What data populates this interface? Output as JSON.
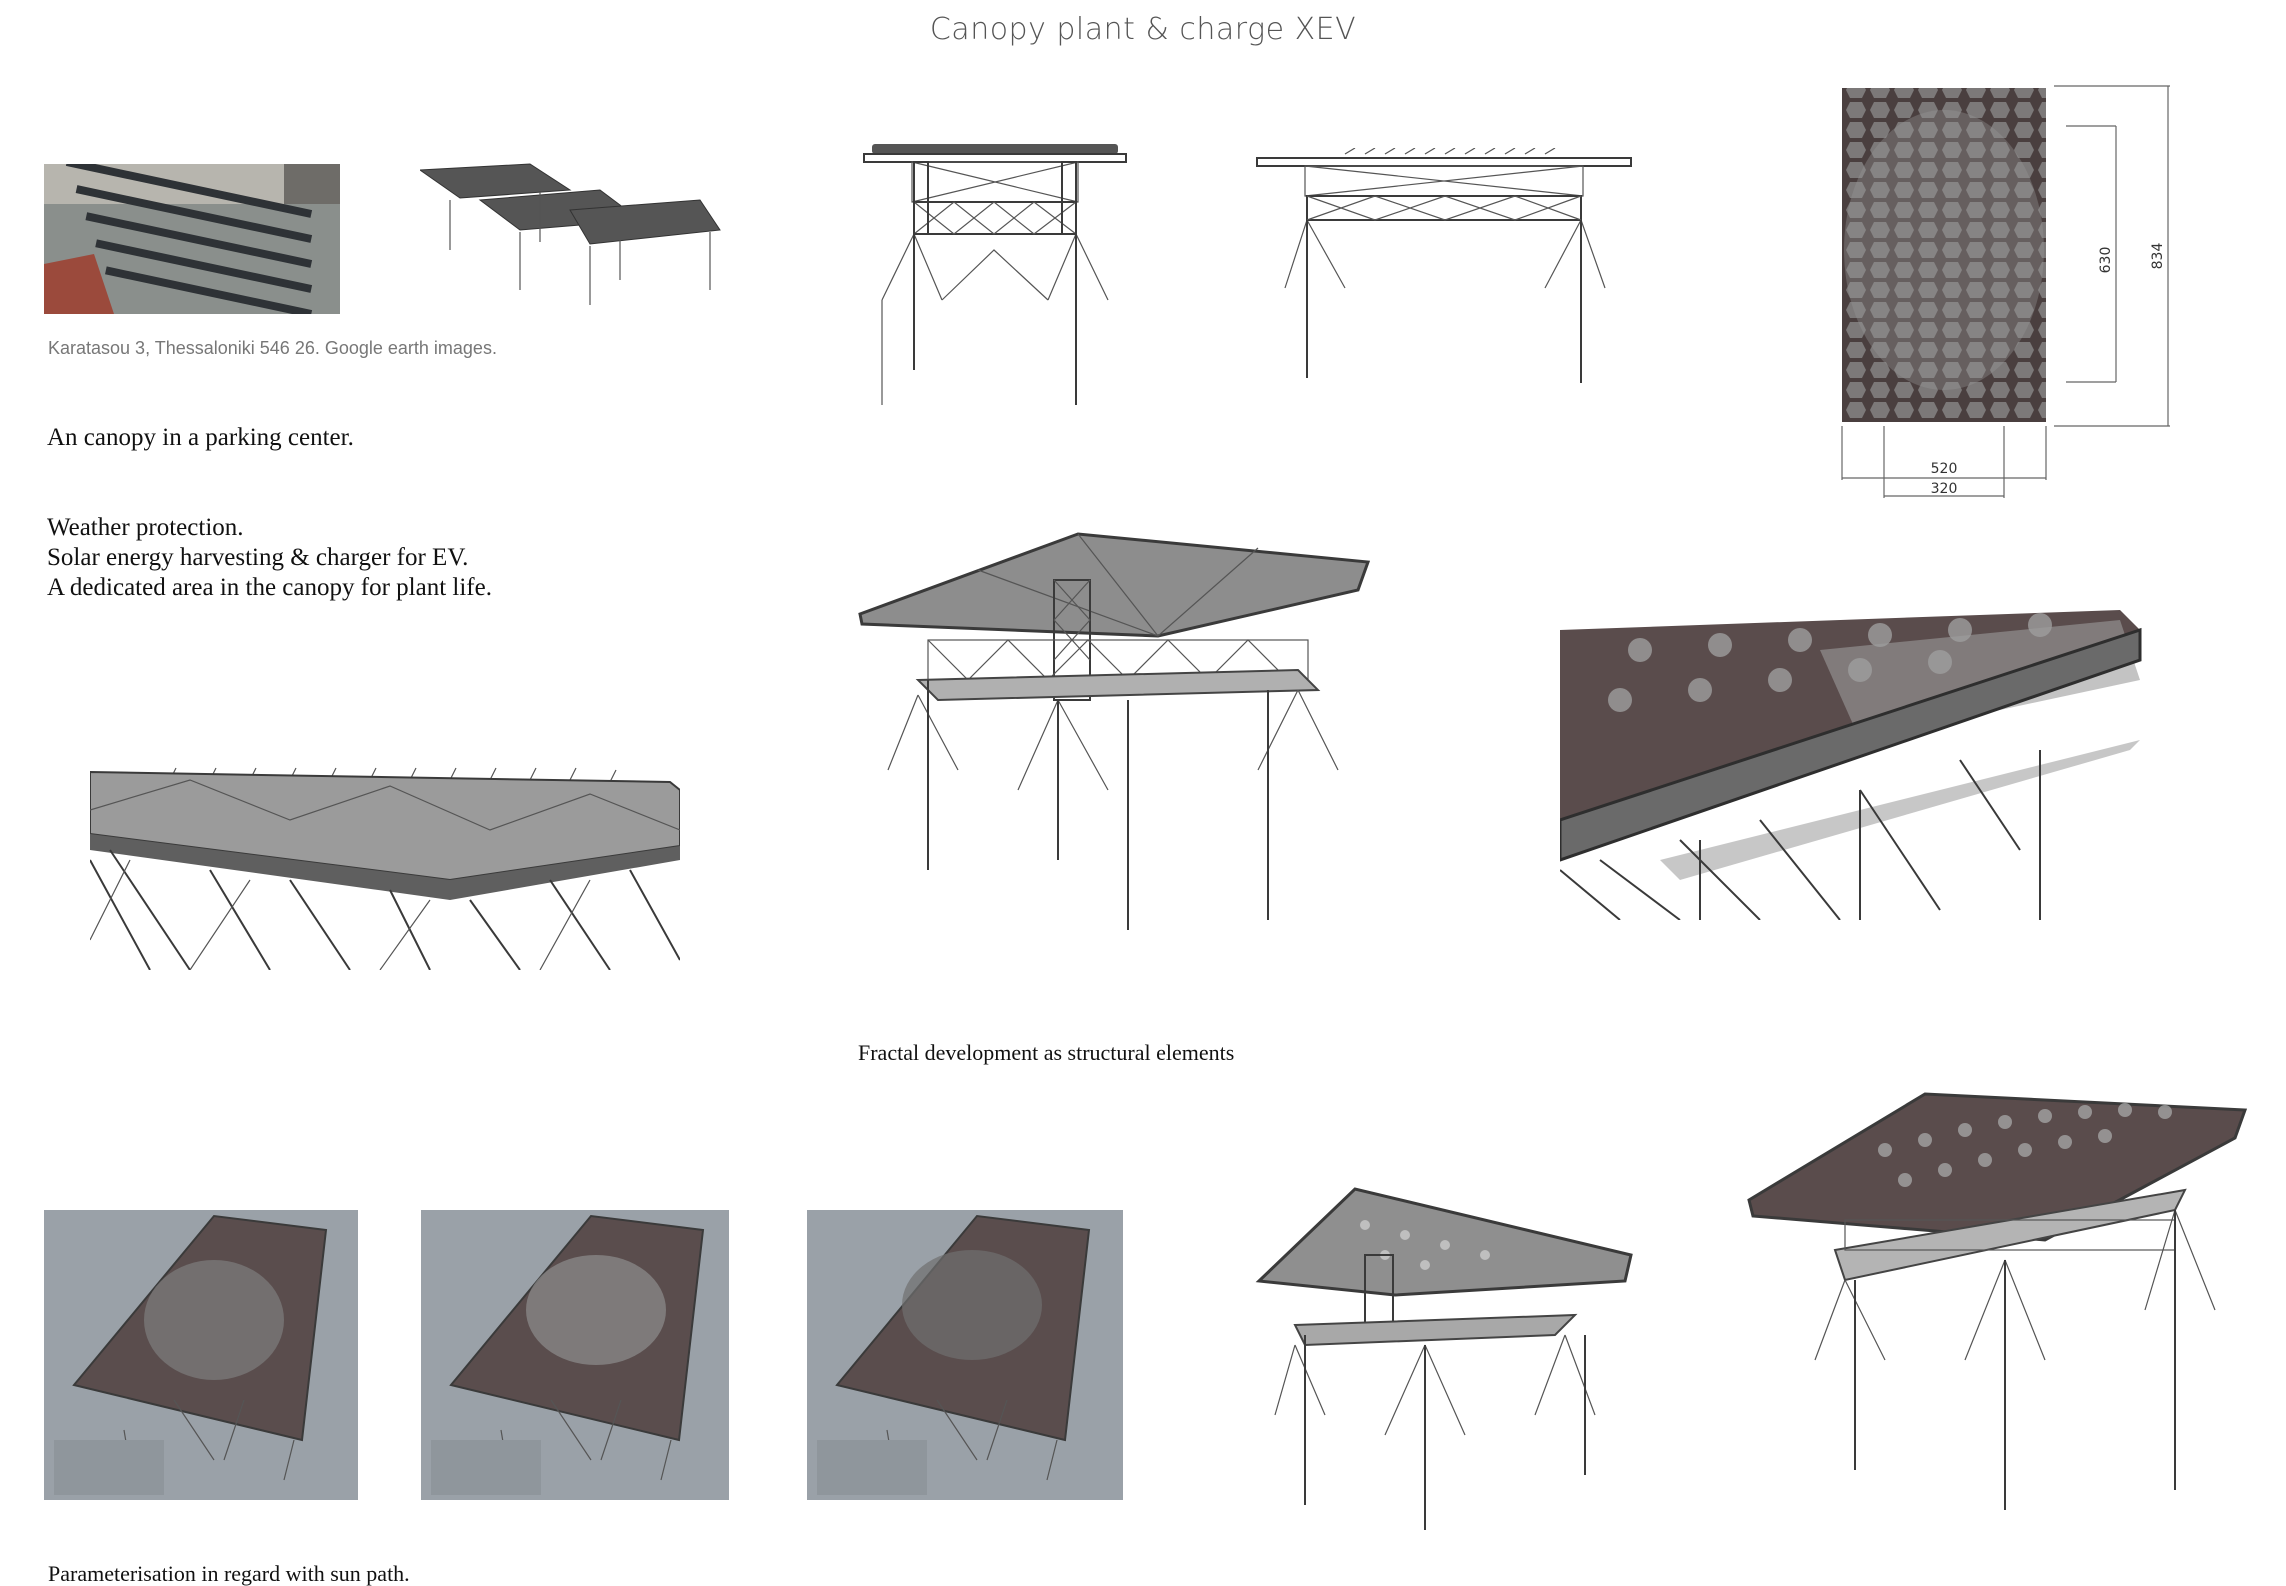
{
  "title": "Canopy plant & charge XEV",
  "site_caption": "Karatasou 3, Thessaloniki 546 26. Google earth images.",
  "intro": "An canopy in a parking center.",
  "features": [
    "Weather protection.",
    "Solar energy harvesting & charger for EV.",
    "A dedicated area in the canopy for plant life."
  ],
  "fractal_caption": "Fractal development as structural elements",
  "param_caption": "Parameterisation in regard with sun path.",
  "dimensions": {
    "inner_height": "630",
    "outer_height": "834",
    "outer_width": "520",
    "inner_width": "320"
  },
  "colors": {
    "panel": "#4a3f3f",
    "steel": "#3a3a3a",
    "viewport_bg": "#9aa1a8"
  }
}
